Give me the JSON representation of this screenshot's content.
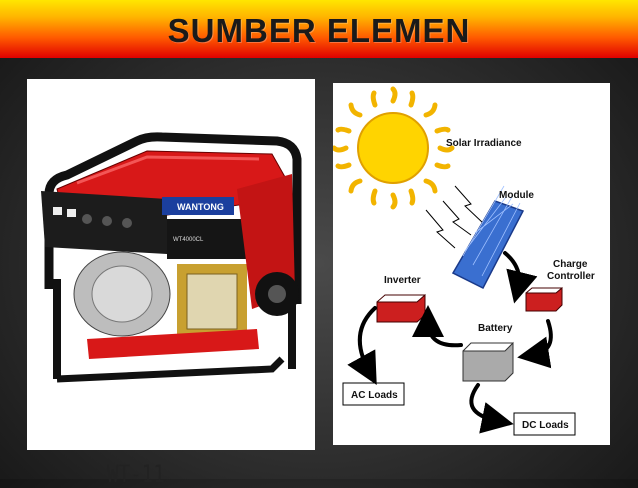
{
  "title": "SUMBER ELEMEN",
  "generator": {
    "brand": "WANTONG",
    "model_plate": "WT4000CL",
    "caption": "WT-11"
  },
  "solar_diagram": {
    "solar_irradiance": "Solar Irradiance",
    "module": "Module",
    "charge_controller_line1": "Charge",
    "charge_controller_line2": "Controller",
    "inverter": "Inverter",
    "battery": "Battery",
    "ac_loads": "AC Loads",
    "dc_loads": "DC Loads"
  },
  "colors": {
    "title_top": "#ffe600",
    "title_bottom": "#e00000",
    "generator_red": "#d81818",
    "sun": "#ffd400",
    "inverter_red": "#cc1f1f",
    "battery_grey": "#aaaaaa"
  }
}
